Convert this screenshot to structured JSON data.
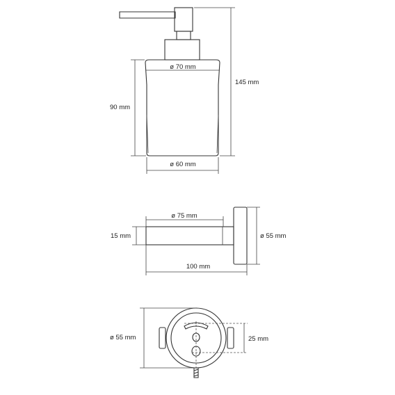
{
  "views": {
    "dispenser": {
      "bottle_width_top": "ø 70 mm",
      "bottle_width_bottom": "ø 60 mm",
      "bottle_height": "90 mm",
      "total_height": "145 mm"
    },
    "holder_side": {
      "ring_diameter": "ø 75 mm",
      "arm_thickness": "15 mm",
      "plate_diameter": "ø 55 mm",
      "projection": "100 mm"
    },
    "wall_plate": {
      "plate_diameter": "ø 55 mm",
      "hole_spacing": "25 mm"
    }
  },
  "colors": {
    "line": "#333333",
    "text": "#222222",
    "background": "#ffffff"
  }
}
